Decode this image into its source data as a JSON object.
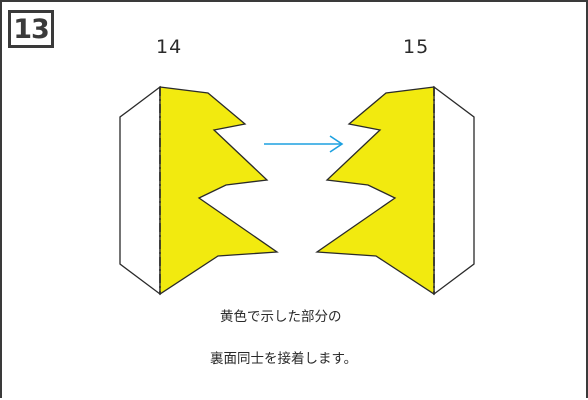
{
  "step": {
    "number": "13"
  },
  "parts": {
    "left_label": "14",
    "right_label": "15"
  },
  "colors": {
    "highlight": "#f2ea0f",
    "outline": "#2a2a2a",
    "arrow": "#1da1e0",
    "border": "#3a3a3a"
  },
  "instructions": {
    "line1": "黄色で示した部分の",
    "line2": "裏面同士を接着します。"
  }
}
